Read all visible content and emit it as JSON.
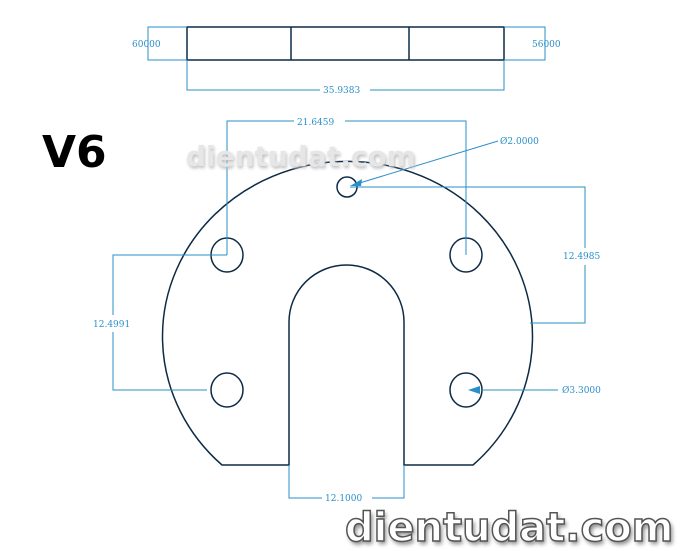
{
  "title": "V6",
  "watermark": "dientudat.com",
  "colors": {
    "dimension": "#2a8fc8",
    "outline": "#0d2a45"
  },
  "dimensions": {
    "left_thickness": "60000",
    "right_thickness": "56000",
    "total_length": "35.9383",
    "hole_spacing_horizontal": "21.6459",
    "small_hole_diameter": "Ø2.0000",
    "right_vertical": "12.4985",
    "left_vertical": "12.4991",
    "large_hole_diameter": "Ø3.3000",
    "slot_width": "12.1000"
  }
}
